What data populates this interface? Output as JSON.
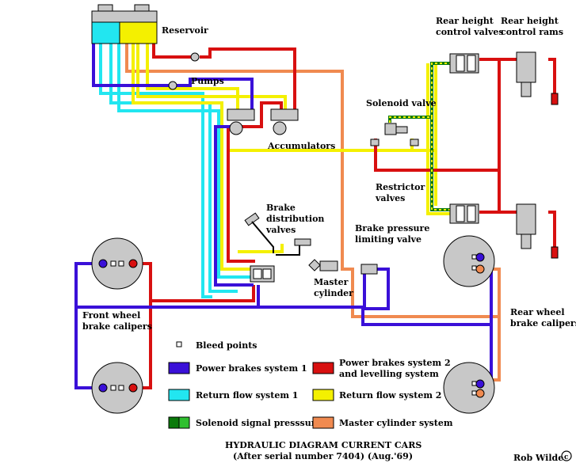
{
  "colors": {
    "power1": "#3a10d8",
    "return1": "#22e6f0",
    "power2": "#d81010",
    "return2": "#f4f000",
    "solenoid": "#0a7a0a",
    "master": "#f08a50",
    "caliper": "#c8c8c8",
    "component": "#c8c8c8"
  },
  "labels": {
    "reservoir": "Reservoir",
    "pumps": "Pumps",
    "accumulators": "Accumulators",
    "brake_distribution": [
      "Brake",
      "distribution",
      "valves"
    ],
    "master_cylinder": [
      "Master",
      "cylinder"
    ],
    "brake_pressure": [
      "Brake pressure",
      "limiting valve"
    ],
    "rear_height_valves": [
      "Rear height",
      "control valves"
    ],
    "rear_height_rams": [
      "Rear height",
      "control rams"
    ],
    "solenoid_valve": "Solenoid valve",
    "restrictor_valves": [
      "Restrictor",
      "valves"
    ],
    "front_calipers": [
      "Front wheel",
      "brake calipers"
    ],
    "rear_calipers": [
      "Rear wheel",
      "brake calipers"
    ]
  },
  "legend": {
    "bleed_points": "Bleed points",
    "items": [
      {
        "key": "power1",
        "label": [
          "Power brakes system 1"
        ]
      },
      {
        "key": "return1",
        "label": [
          "Return flow system 1"
        ]
      },
      {
        "key": "solenoid",
        "label": [
          "Solenoid signal presssure"
        ]
      },
      {
        "key": "power2",
        "label": [
          "Power brakes system 2",
          "and levelling system"
        ]
      },
      {
        "key": "return2",
        "label": [
          "Return flow system 2"
        ]
      },
      {
        "key": "master",
        "label": [
          "Master cylinder system"
        ]
      }
    ]
  },
  "title": {
    "line1": "HYDRAULIC DIAGRAM CURRENT CARS",
    "line2": "(After serial number 7404) (Aug.'69)"
  },
  "credit": "Rob Wilde",
  "credit_symbol": "c"
}
